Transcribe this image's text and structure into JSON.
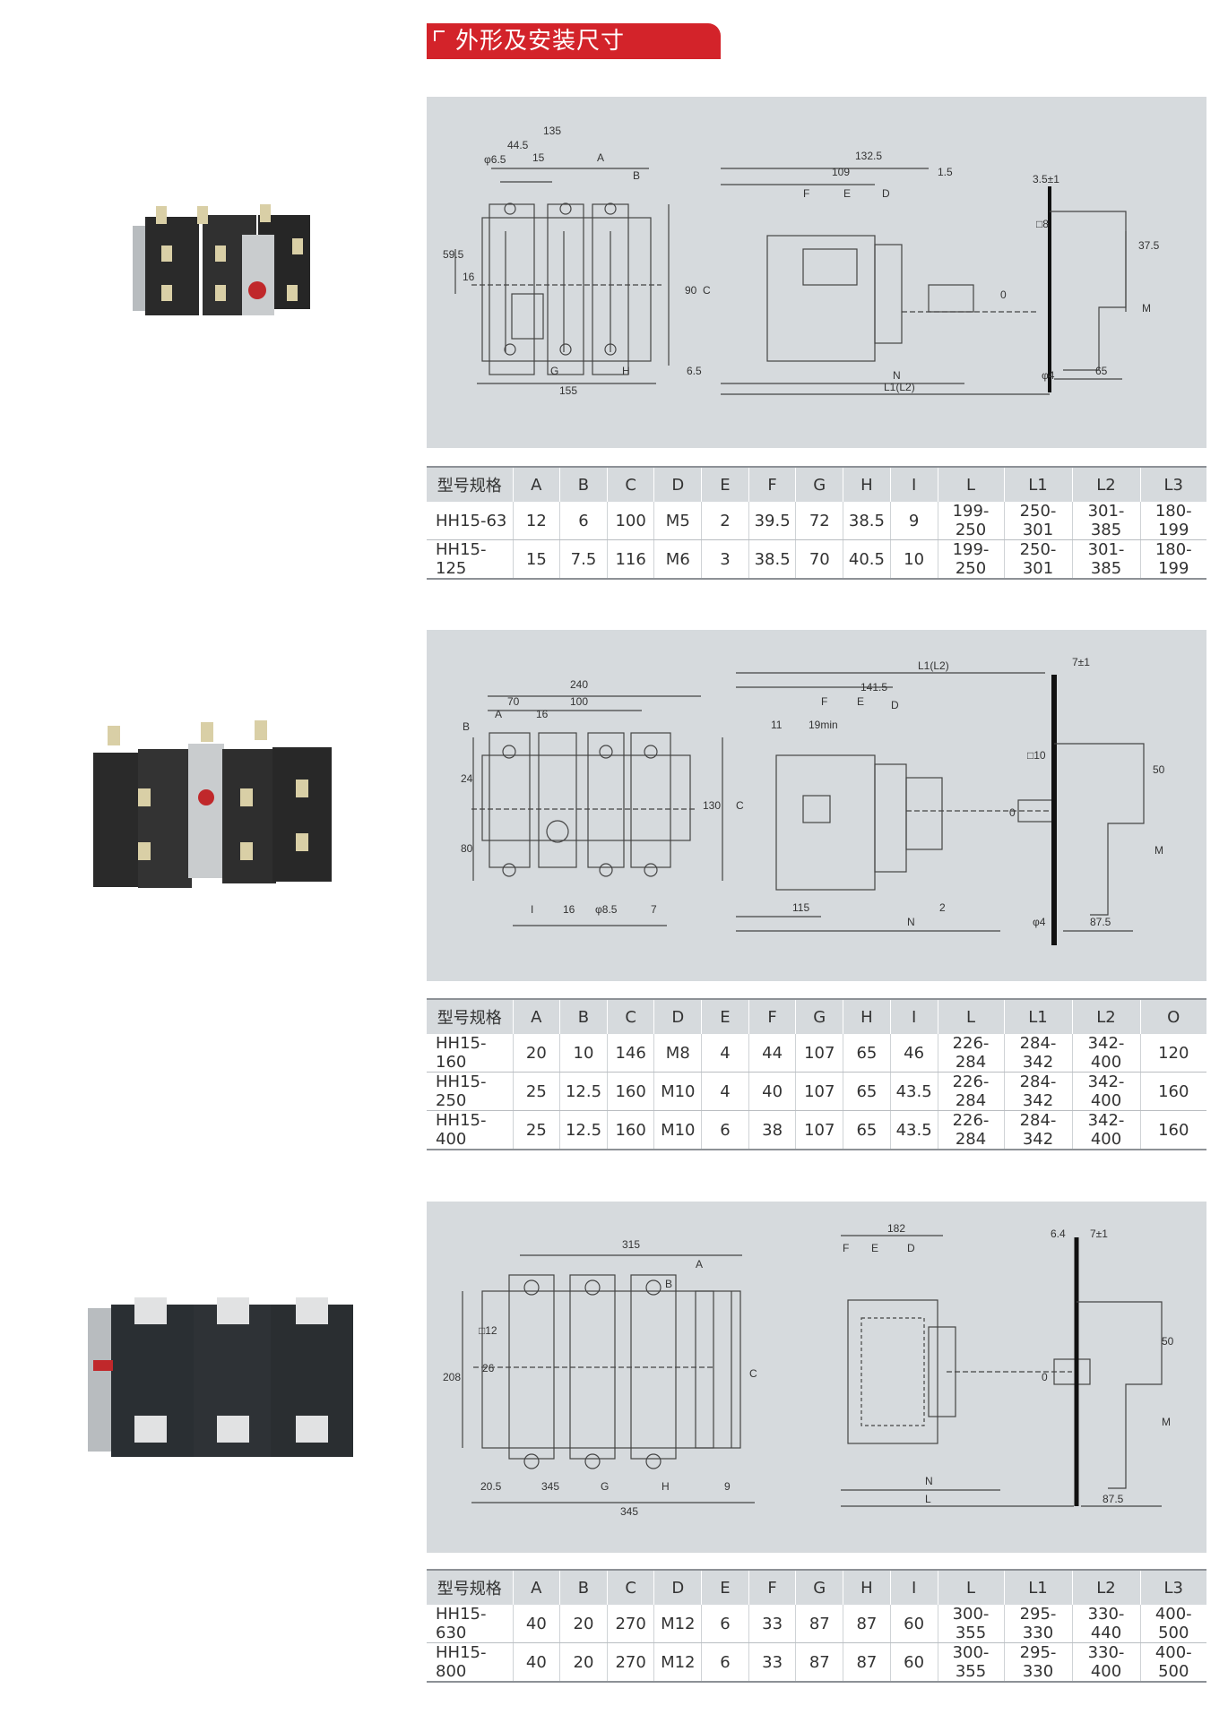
{
  "page": {
    "title": "外形及安装尺寸",
    "colors": {
      "title_red": "#d3232a",
      "panel_gray": "#d6dadd"
    }
  },
  "sections": [
    {
      "drawing": {
        "front_labels": {
          "w135": "135",
          "w44_5": "44.5",
          "phi": "φ6.5",
          "d15": "15",
          "a": "A",
          "b": "B",
          "h59_5": "59.5",
          "h16": "16",
          "h90": "90",
          "c": "C",
          "g": "G",
          "h": "H",
          "d6_5": "6.5",
          "w155": "155"
        },
        "side_labels": {
          "w132_5": "132.5",
          "w109": "109",
          "d1_5": "1.5",
          "f": "F",
          "e": "E",
          "d": "D",
          "sq8": "□8",
          "h37_5": "37.5",
          "o": "0",
          "m": "M",
          "n": "N",
          "phi_s": "φ4",
          "w65": "65",
          "l": "L1(L2)",
          "phi_t": "3.5±1"
        }
      },
      "table": {
        "headers": [
          "型号规格",
          "A",
          "B",
          "C",
          "D",
          "E",
          "F",
          "G",
          "H",
          "I",
          "L",
          "L1",
          "L2",
          "L3"
        ],
        "rows": [
          [
            "HH15-63",
            "12",
            "6",
            "100",
            "M5",
            "2",
            "39.5",
            "72",
            "38.5",
            "9",
            "199-250",
            "250-301",
            "301-385",
            "180-199"
          ],
          [
            "HH15-125",
            "15",
            "7.5",
            "116",
            "M6",
            "3",
            "38.5",
            "70",
            "40.5",
            "10",
            "199-250",
            "250-301",
            "301-385",
            "180-199"
          ]
        ]
      }
    },
    {
      "drawing": {
        "front_labels": {
          "w240": "240",
          "w70": "70",
          "w100": "100",
          "a": "A",
          "d16": "16",
          "b": "B",
          "h24": "24",
          "h80": "80",
          "h130": "130",
          "c": "C",
          "i": "I",
          "d16b": "16",
          "phi": "φ8.5",
          "d7": "7"
        },
        "side_labels": {
          "l": "L1(L2)",
          "phi_t": "7±1",
          "w141_5": "141.5",
          "f": "F",
          "e": "E",
          "d": "D",
          "d11": "11",
          "d19": "19min",
          "sq10": "□10",
          "h50": "50",
          "o": "0",
          "m": "M",
          "w115": "115",
          "d2": "2",
          "n": "N",
          "phi_s": "φ4",
          "w87_5": "87.5"
        }
      },
      "table": {
        "headers": [
          "型号规格",
          "A",
          "B",
          "C",
          "D",
          "E",
          "F",
          "G",
          "H",
          "I",
          "L",
          "L1",
          "L2",
          "O"
        ],
        "rows": [
          [
            "HH15-160",
            "20",
            "10",
            "146",
            "M8",
            "4",
            "44",
            "107",
            "65",
            "46",
            "226-284",
            "284-342",
            "342-400",
            "120"
          ],
          [
            "HH15-250",
            "25",
            "12.5",
            "160",
            "M10",
            "4",
            "40",
            "107",
            "65",
            "43.5",
            "226-284",
            "284-342",
            "342-400",
            "160"
          ],
          [
            "HH15-400",
            "25",
            "12.5",
            "160",
            "M10",
            "6",
            "38",
            "107",
            "65",
            "43.5",
            "226-284",
            "284-342",
            "342-400",
            "160"
          ]
        ]
      }
    },
    {
      "drawing": {
        "front_labels": {
          "w315": "315",
          "a": "A",
          "b": "B",
          "sq12": "□12",
          "h208": "208",
          "h26": "26",
          "c": "C",
          "d20_5": "20.5",
          "w345a": "345",
          "g": "G",
          "h": "H",
          "d9": "9",
          "w345": "345"
        },
        "side_labels": {
          "w182": "182",
          "f": "F",
          "e": "E",
          "d": "D",
          "phi_t": "7±1",
          "phi_s": "6.4",
          "h50": "50",
          "o": "0",
          "m": "M",
          "n": "N",
          "l": "L",
          "w87_5": "87.5"
        }
      },
      "table": {
        "headers": [
          "型号规格",
          "A",
          "B",
          "C",
          "D",
          "E",
          "F",
          "G",
          "H",
          "I",
          "L",
          "L1",
          "L2",
          "L3"
        ],
        "rows": [
          [
            "HH15-630",
            "40",
            "20",
            "270",
            "M12",
            "6",
            "33",
            "87",
            "87",
            "60",
            "300-355",
            "295-330",
            "330-440",
            "400-500"
          ],
          [
            "HH15-800",
            "40",
            "20",
            "270",
            "M12",
            "6",
            "33",
            "87",
            "87",
            "60",
            "300-355",
            "295-330",
            "330-400",
            "400-500"
          ]
        ]
      }
    }
  ]
}
